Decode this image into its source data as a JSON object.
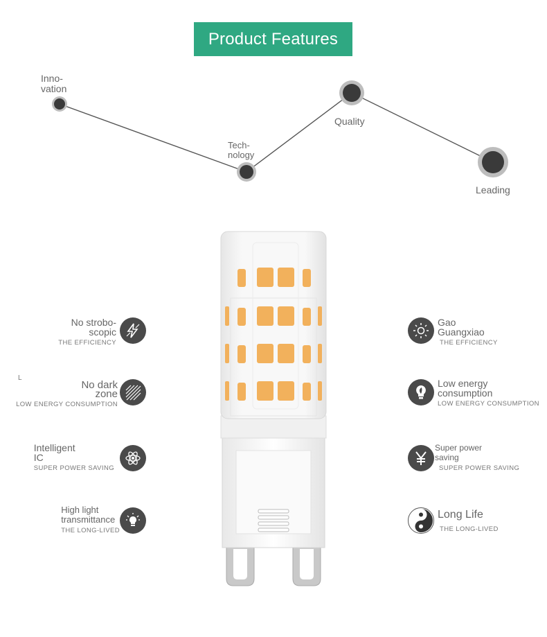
{
  "banner": {
    "title": "Product Features"
  },
  "timeline": {
    "nodes": [
      {
        "label": "Inno-\nvation"
      },
      {
        "label": "Tech-\nnology"
      },
      {
        "label": "Quality"
      },
      {
        "label": "Leading"
      }
    ]
  },
  "features": {
    "left": [
      {
        "title": "No strobo-\nscopic",
        "subtitle": "THE EFFICIENCY",
        "icon": "flash-icon"
      },
      {
        "title": "No dark\nzone",
        "subtitle": "LOW ENERGY CONSUMPTION",
        "icon": "hatch-icon"
      },
      {
        "title": "Intelligent\nIC",
        "subtitle": "SUPER POWER SAVING",
        "icon": "atom-icon"
      },
      {
        "title": "High light\ntransmittance",
        "subtitle": "THE LONG-LIVED",
        "icon": "bulb-icon"
      }
    ],
    "right": [
      {
        "title": "Gao\nGuangxiao",
        "subtitle": "THE EFFICIENCY",
        "icon": "sun-icon"
      },
      {
        "title": "Low energy\nconsumption",
        "subtitle": "LOW ENERGY CONSUMPTION",
        "icon": "leaf-bulb-icon"
      },
      {
        "title": "Super power\nsaving",
        "subtitle": "SUPER POWER SAVING",
        "icon": "yen-icon"
      },
      {
        "title": "Long Life",
        "subtitle": "THE LONG-LIVED",
        "icon": "yin-yang-icon"
      }
    ]
  },
  "stray_mark": "L",
  "colors": {
    "banner": "#2fa882",
    "icon_bg": "#4a4a4a",
    "led": "#f2b15c"
  }
}
